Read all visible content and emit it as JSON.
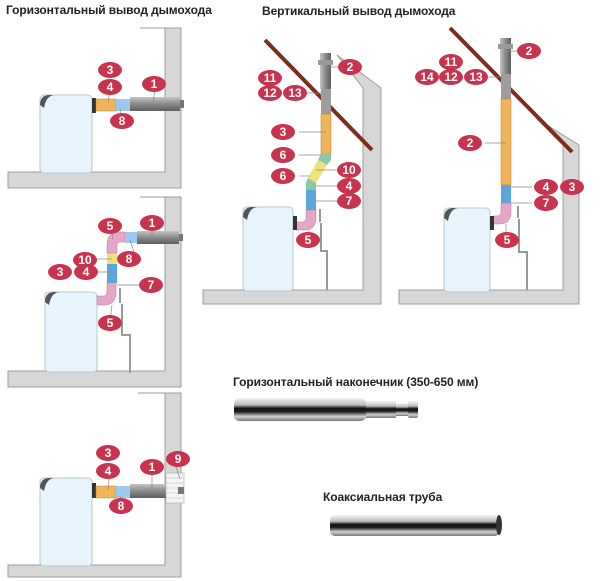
{
  "titles": {
    "horizontal": "Горизонтальный вывод дымохода",
    "vertical": "Вертикальный вывод дымохода",
    "horizontal_tip": "Горизонтальный наконечник (350-650 мм)",
    "coaxial_pipe": "Коаксиальная труба"
  },
  "colors": {
    "badge": "#c8334f",
    "wall": "#d7d7d7",
    "wall_edge": "#9e9e9e",
    "boiler": "#e8f4fb",
    "pipe_gray": "#8a8a8a",
    "pipe_orange": "#f2b45a",
    "pipe_blue": "#5aa6dd",
    "pipe_pink": "#e6a6c8",
    "pipe_green": "#88c9a6",
    "pipe_yellow": "#f0e27a",
    "roof": "#7a2f1c"
  },
  "panels": {
    "horizontal_1": {
      "labels": [
        "3",
        "4",
        "1",
        "8"
      ]
    },
    "horizontal_2": {
      "labels": [
        "5",
        "1",
        "10",
        "8",
        "3",
        "4",
        "7",
        "5"
      ]
    },
    "horizontal_3": {
      "labels": [
        "3",
        "4",
        "1",
        "9",
        "8"
      ]
    },
    "vertical_1": {
      "labels": [
        "2",
        "11",
        "12",
        "13",
        "3",
        "6",
        "10",
        "6",
        "4",
        "7",
        "5"
      ]
    },
    "vertical_2": {
      "labels": [
        "2",
        "11",
        "14",
        "12",
        "13",
        "2",
        "4",
        "3",
        "7",
        "5"
      ]
    }
  }
}
